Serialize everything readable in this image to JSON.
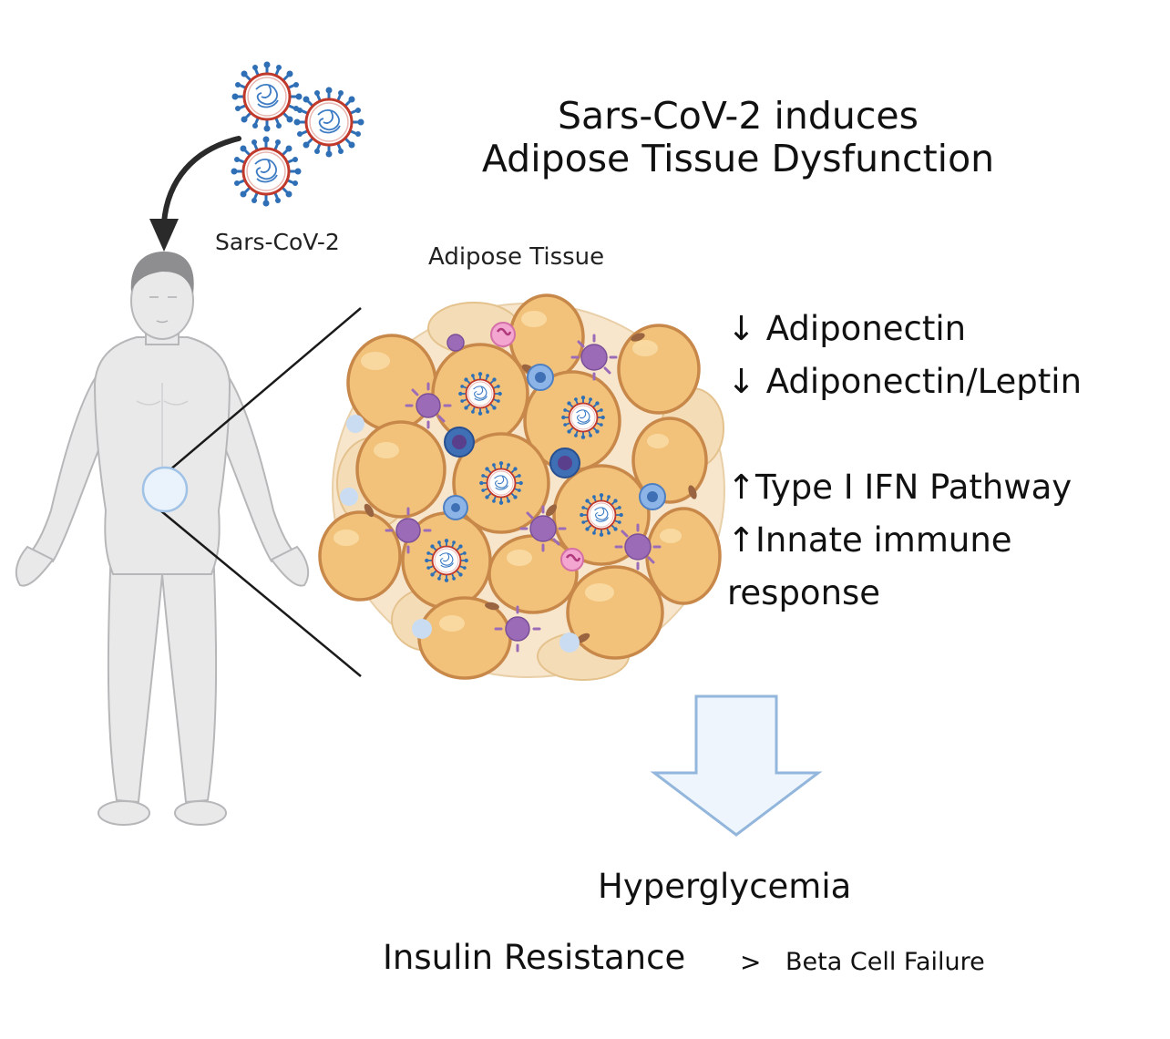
{
  "title": {
    "line1": "Sars-CoV-2 induces",
    "line2": "Adipose Tissue Dysfunction"
  },
  "virus_label": "Sars-CoV-2",
  "tissue_label": "Adipose Tissue",
  "effects": [
    "↓ Adiponectin",
    "↓ Adiponectin/Leptin",
    "↑Type I IFN Pathway",
    "↑Innate immune",
    "response"
  ],
  "outcomes": {
    "hyperglycemia": "Hyperglycemia",
    "insulin_resistance": "Insulin Resistance",
    "greater_than": ">",
    "beta_cell_failure": "Beta Cell Failure"
  },
  "colors": {
    "adipocyte_fill": "#f2c27a",
    "adipocyte_stroke": "#c8884a",
    "virus_blue": "#2f6fb5",
    "virus_red": "#c0392b",
    "body_fill": "#e9e9ea",
    "arrow_fill": "#eef5fc",
    "arrow_stroke": "#93b6dc",
    "macrophage": "#9b6bb8",
    "lymphocyte": "#5b8fd1"
  },
  "icons": [
    "virus-icon",
    "curved-arrow-icon",
    "human-body-icon",
    "zoom-circle-icon",
    "adipose-tissue-icon",
    "down-block-arrow-icon"
  ]
}
